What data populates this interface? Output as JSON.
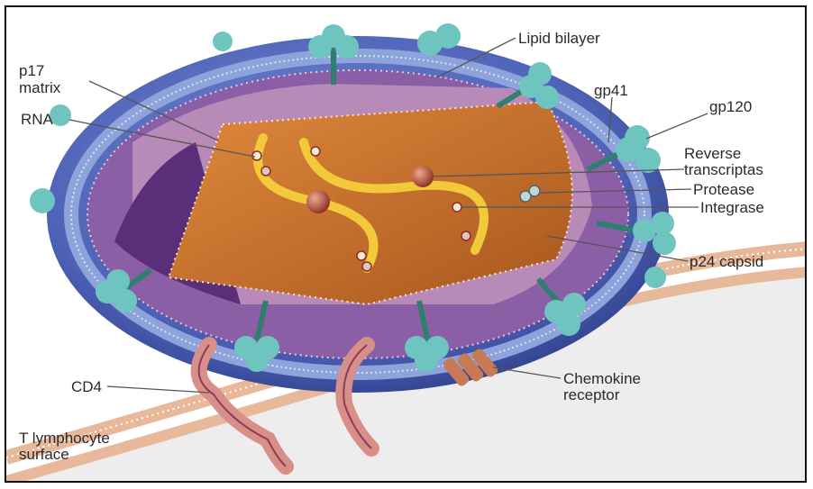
{
  "labels": {
    "lipid_bilayer": "Lipid bilayer",
    "p17_line1": "p17",
    "p17_line2": "matrix",
    "rna": "RNA",
    "gp41": "gp41",
    "gp120": "gp120",
    "rt_line1": "Reverse",
    "rt_line2": "transcriptas",
    "protease": "Protease",
    "integrase": "Integrase",
    "p24": "p24 capsid",
    "cd4": "CD4",
    "chemo_line1": "Chemokine",
    "chemo_line2": "receptor",
    "tcell_line1": "T lymphocyte",
    "tcell_line2": "surface"
  },
  "colors": {
    "envelope": "#4f63b8",
    "bilayer": "#8fa3db",
    "matrix": "#9a6aa8",
    "capsid": "#c8722f",
    "rna": "#f2c93a",
    "glycoprotein": "#6ec5c0",
    "cell_membrane": "#e8b89a",
    "cell_interior": "#ededed"
  }
}
